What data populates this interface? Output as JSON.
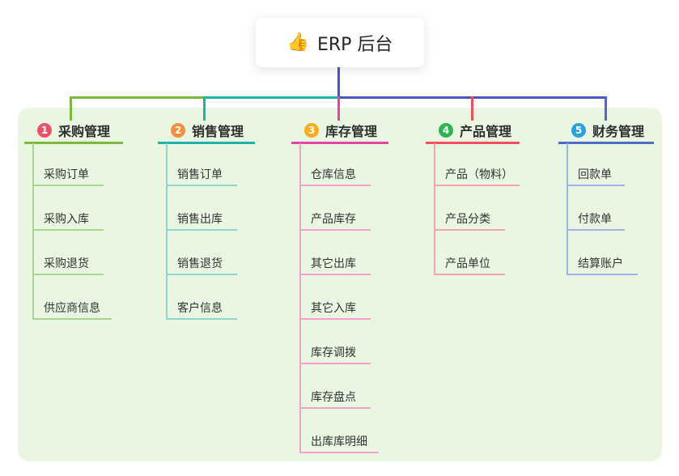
{
  "root": {
    "icon": "👍",
    "label": "ERP 后台"
  },
  "colors": {
    "panel_bg": "#e9f6e2",
    "connector": "#4757c8"
  },
  "branches": [
    {
      "num": "1",
      "label": "采购管理",
      "color": "#7cb93f",
      "light": "#abd689",
      "badge": "#f0506a",
      "children": [
        "采购订单",
        "采购入库",
        "采购退货",
        "供应商信息"
      ]
    },
    {
      "num": "2",
      "label": "销售管理",
      "color": "#1eb3a8",
      "light": "#8fd6d0",
      "badge": "#fb8e3c",
      "children": [
        "销售订单",
        "销售出库",
        "销售退货",
        "客户信息"
      ]
    },
    {
      "num": "3",
      "label": "库存管理",
      "color": "#e545a2",
      "light": "#f4a0cd",
      "badge": "#fbab1d",
      "children": [
        "仓库信息",
        "产品库存",
        "其它出库",
        "其它入库",
        "库存调拨",
        "库存盘点",
        "出库库明细"
      ]
    },
    {
      "num": "4",
      "label": "产品管理",
      "color": "#f2505e",
      "light": "#f8a3ab",
      "badge": "#2fb454",
      "children": [
        "产品（物料）",
        "产品分类",
        "产品单位"
      ]
    },
    {
      "num": "5",
      "label": "财务管理",
      "color": "#4a6cc8",
      "light": "#9fb3e6",
      "badge": "#2da0e0",
      "children": [
        "回款单",
        "付款单",
        "结算账户"
      ]
    }
  ]
}
